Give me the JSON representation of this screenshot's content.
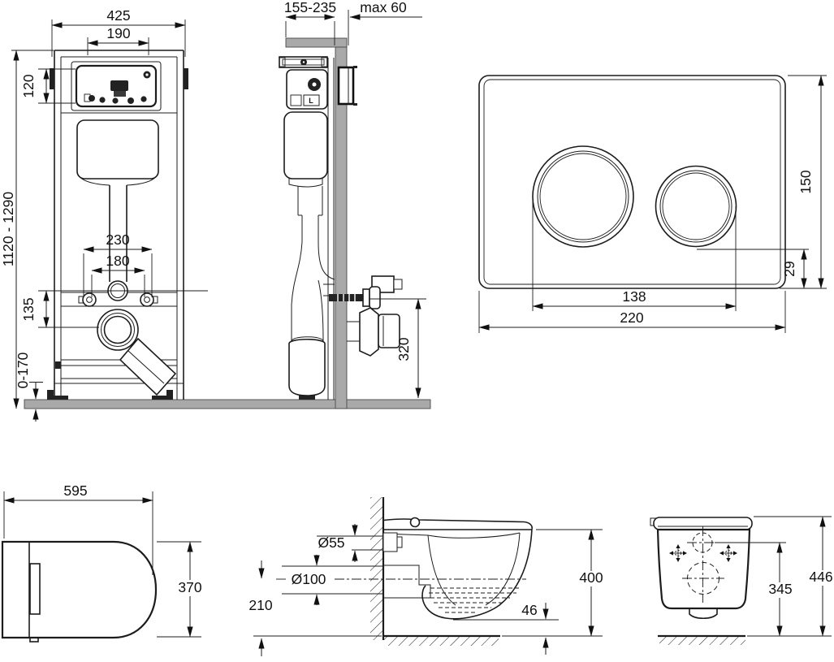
{
  "drawing_title": "wall-hung-toilet-installation-dimensional-drawing",
  "colors": {
    "ink": "#1c1c1c",
    "concrete_gray": "#a9a9a9",
    "dark_fill": "#222222",
    "background": "#ffffff"
  },
  "views": {
    "frame_front": {
      "label": "installation-frame-front-view",
      "dims": {
        "width": "425",
        "opening_width": "190",
        "inspection_height": "120",
        "frame_height": "1120 - 1290",
        "fixing_span_outer": "230",
        "fixing_span_inner": "180",
        "axis_offset": "135",
        "foot_adjust": "0-170"
      }
    },
    "frame_side": {
      "label": "installation-frame-side-view",
      "cistern_mark": "L",
      "dims": {
        "frame_depth": "155-235",
        "finished_wall": "max 60",
        "connection_height": "320"
      }
    },
    "flush_plate": {
      "label": "flush-plate-front-view",
      "dims": {
        "width": "220",
        "height": "150",
        "button_span": "138",
        "bottom_offset": "29"
      }
    },
    "bowl_top": {
      "label": "toilet-top-view",
      "dims": {
        "length": "595",
        "width": "370"
      }
    },
    "bowl_side": {
      "label": "toilet-side-view",
      "dims": {
        "inlet_diameter": "Ø55",
        "outlet_diameter": "Ø100",
        "outlet_axis_height": "210",
        "rim_height": "400",
        "clearance": "46"
      }
    },
    "bowl_rear": {
      "label": "toilet-rear-view",
      "dims": {
        "inlet_height": "345",
        "overall_height": "446"
      }
    }
  }
}
